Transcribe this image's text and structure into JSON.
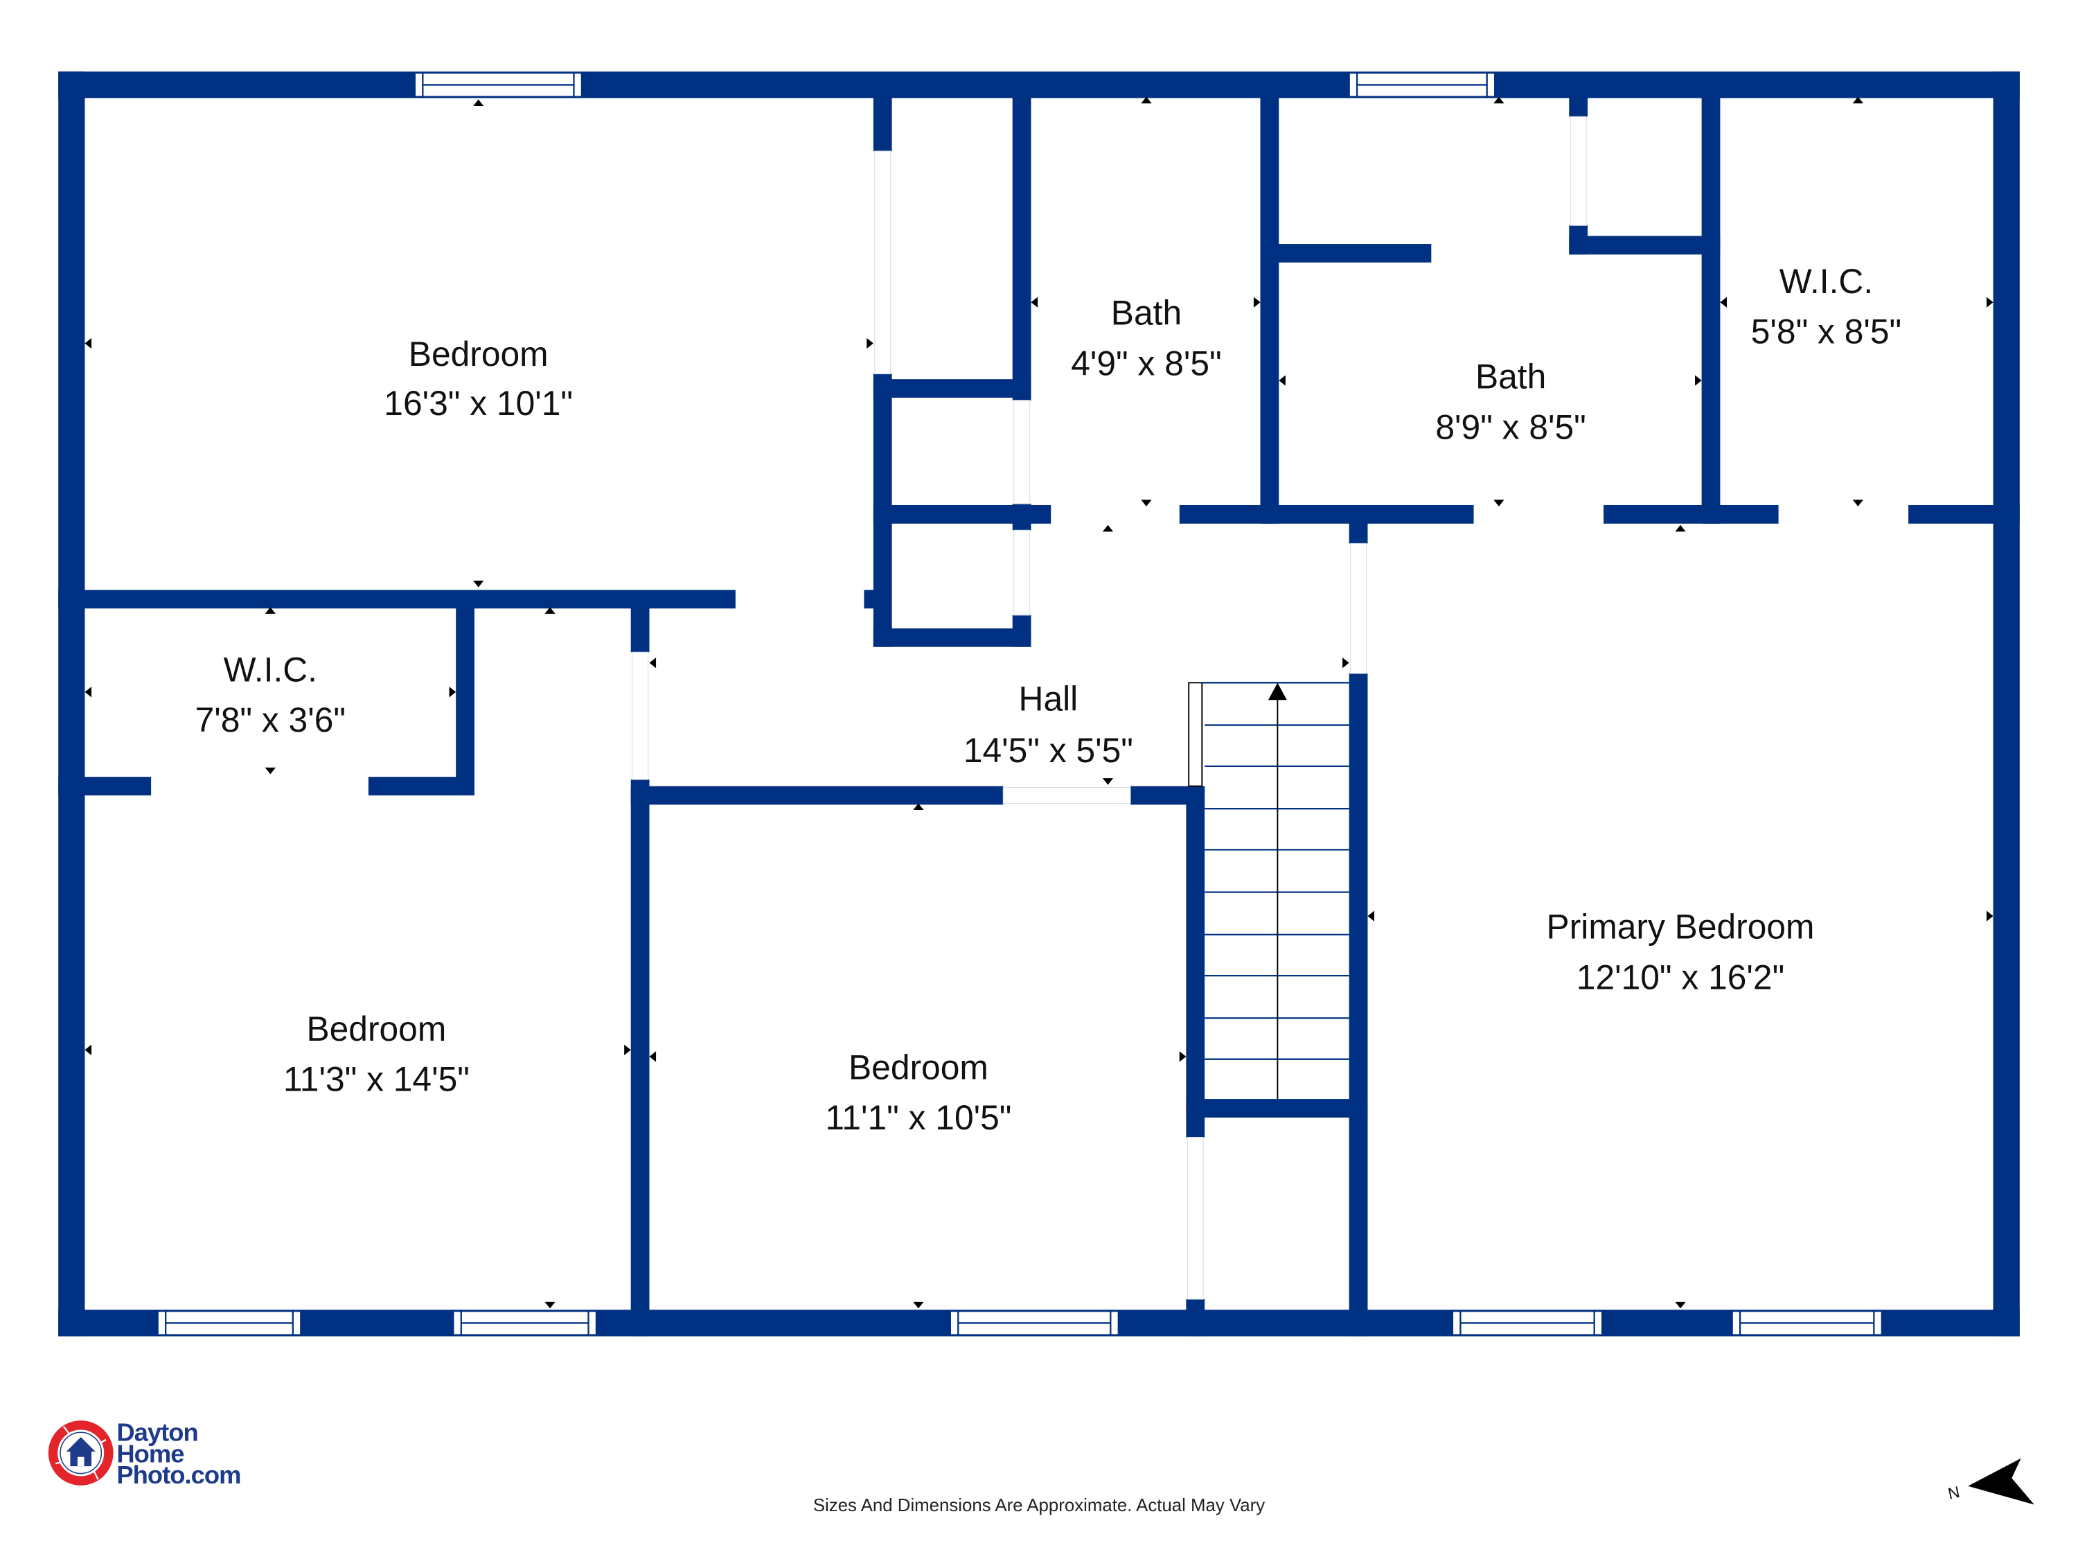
{
  "floorplan": {
    "wall_color": "#003082",
    "rooms": [
      {
        "id": "bedroom-nw",
        "name": "Bedroom",
        "dims": "16'3\" x 10'1\""
      },
      {
        "id": "bath-1",
        "name": "Bath",
        "dims": "4'9\" x 8'5\""
      },
      {
        "id": "bath-2",
        "name": "Bath",
        "dims": "8'9\" x 8'5\""
      },
      {
        "id": "wic-ne",
        "name": "W.I.C.",
        "dims": "5'8\" x 8'5\""
      },
      {
        "id": "wic-w",
        "name": "W.I.C.",
        "dims": "7'8\" x 3'6\""
      },
      {
        "id": "hall",
        "name": "Hall",
        "dims": "14'5\" x 5'5\""
      },
      {
        "id": "bedroom-sw",
        "name": "Bedroom",
        "dims": "11'3\" x 14'5\""
      },
      {
        "id": "bedroom-s",
        "name": "Bedroom",
        "dims": "11'1\" x 10'5\""
      },
      {
        "id": "primary-bedroom",
        "name": "Primary Bedroom",
        "dims": "12'10\" x 16'2\""
      }
    ]
  },
  "footer": {
    "disclaimer": "Sizes And Dimensions Are Approximate. Actual May Vary",
    "logo": {
      "line1": "Dayton",
      "line2": "Home",
      "line3": "Photo.com",
      "ring_color": "#e3242b",
      "text_color": "#1d3b8a"
    },
    "compass": {
      "label": "N",
      "icon": "north-arrow-icon"
    }
  }
}
